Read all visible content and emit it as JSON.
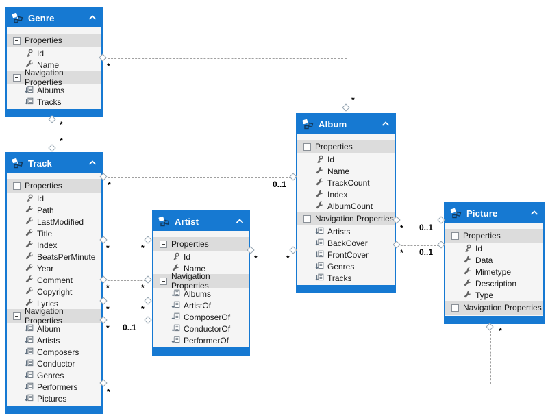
{
  "labels": {
    "properties_section": "Properties",
    "navigation_section": "Navigation Properties"
  },
  "colors": {
    "header_blue": "#1679d2",
    "section_gray": "#dcdcdc",
    "body_gray": "#f5f5f5",
    "connector_gray": "#a0a0a0"
  },
  "icons": {
    "entity": "entity-type-icon",
    "collapse": "chevron-up-icon",
    "section_toggle": "minus-box-icon",
    "key": "key-icon",
    "property": "wrench-icon",
    "navigation": "nav-property-icon",
    "association_end": "diamond-endpoint"
  },
  "entities": [
    {
      "title": "Genre",
      "properties": [
        "Id",
        "Name"
      ],
      "navigation": [
        "Albums",
        "Tracks"
      ]
    },
    {
      "title": "Track",
      "properties": [
        "Id",
        "Path",
        "LastModified",
        "Title",
        "Index",
        "BeatsPerMinute",
        "Year",
        "Comment",
        "Copyright",
        "Lyrics"
      ],
      "navigation": [
        "Album",
        "Artists",
        "Composers",
        "Conductor",
        "Genres",
        "Performers",
        "Pictures"
      ]
    },
    {
      "title": "Artist",
      "properties": [
        "Id",
        "Name"
      ],
      "navigation": [
        "Albums",
        "ArtistOf",
        "ComposerOf",
        "ConductorOf",
        "PerformerOf"
      ]
    },
    {
      "title": "Album",
      "properties": [
        "Id",
        "Name",
        "TrackCount",
        "Index",
        "AlbumCount"
      ],
      "navigation": [
        "Artists",
        "BackCover",
        "FrontCover",
        "Genres",
        "Tracks"
      ]
    },
    {
      "title": "Picture",
      "properties": [
        "Id",
        "Data",
        "Mimetype",
        "Description",
        "Type"
      ],
      "navigation": []
    }
  ],
  "connections": [
    {
      "from": "Genre",
      "to": "Album",
      "from_mult": "*",
      "to_mult": "*"
    },
    {
      "from": "Genre",
      "to": "Track",
      "from_mult": "*",
      "to_mult": "*"
    },
    {
      "from": "Track",
      "to": "Album",
      "from_mult": "*",
      "to_mult": "0..1"
    },
    {
      "from": "Track",
      "to": "Artist",
      "from_mult": "*",
      "to_mult": "*"
    },
    {
      "from": "Track",
      "to": "Artist",
      "from_mult": "*",
      "to_mult": "*"
    },
    {
      "from": "Track",
      "to": "Artist",
      "from_mult": "*",
      "to_mult": "*"
    },
    {
      "from": "Track",
      "to": "Artist",
      "from_mult": "*",
      "to_mult": "0..1"
    },
    {
      "from": "Artist",
      "to": "Album",
      "from_mult": "*",
      "to_mult": "*"
    },
    {
      "from": "Album",
      "to": "Picture",
      "from_mult": "*",
      "to_mult": "0..1"
    },
    {
      "from": "Album",
      "to": "Picture",
      "from_mult": "*",
      "to_mult": "0..1"
    },
    {
      "from": "Track",
      "to": "Picture",
      "from_mult": "*",
      "to_mult": "*"
    }
  ]
}
